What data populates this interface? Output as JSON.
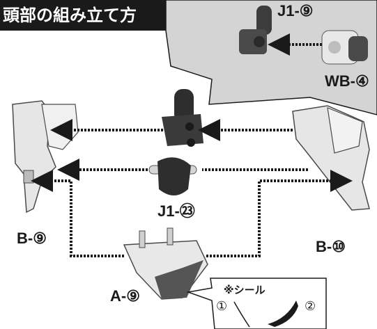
{
  "title": "頭部の組み立て方",
  "labels": {
    "j1_9": "J1-⑨",
    "wb_4": "WB-④",
    "j1_23": "J1-㉓",
    "b_9": "B-⑨",
    "b_10": "B-⑩",
    "a_9": "A-⑨"
  },
  "seal": {
    "title": "※シール",
    "item1": "①",
    "item2": "②"
  },
  "colors": {
    "title_bg": "#1a1a1a",
    "callout_bg": "#d4d4d4",
    "dotted_arrow": "#1a1a1a"
  }
}
